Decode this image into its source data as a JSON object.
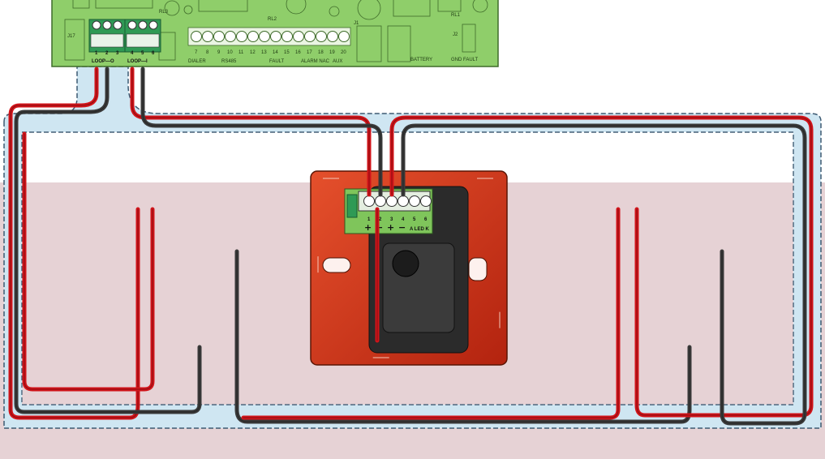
{
  "colors": {
    "pcb": "#8fce6a",
    "pcb_edge": "#3f6b2a",
    "terminal": "#2f9a55",
    "wire_red": "#d2141a",
    "wire_black": "#3a3a3a",
    "cable_blue": "#cfe6f2",
    "cable_edge": "#3d5a72",
    "sounder_red": "#d63a1e",
    "pink_bg": "#e6d2d5",
    "detector_base": "#f4f1f1"
  },
  "panel": {
    "labels": [
      "RL3",
      "RL2",
      "RL1",
      "J17",
      "DIALER",
      "RS485",
      "FAULT",
      "ALARM NAC",
      "AUX",
      "BATTERY",
      "GND FAULT",
      "J1",
      "J2"
    ],
    "loop_out": {
      "label": "LOOP—O",
      "numbers": [
        "1",
        "2",
        "3"
      ]
    },
    "loop_in": {
      "label": "LOOP—I",
      "numbers": [
        "4",
        "5",
        "6"
      ]
    },
    "term_numbers": [
      "7",
      "8",
      "9",
      "10",
      "11",
      "12",
      "13",
      "14",
      "15",
      "16",
      "17",
      "18",
      "19",
      "20"
    ]
  },
  "sounder": {
    "numbers": [
      "1",
      "2",
      "3",
      "4",
      "5",
      "6"
    ],
    "led_label": "A LED K",
    "plus_minus": [
      "+",
      "−",
      "+",
      "−"
    ]
  }
}
